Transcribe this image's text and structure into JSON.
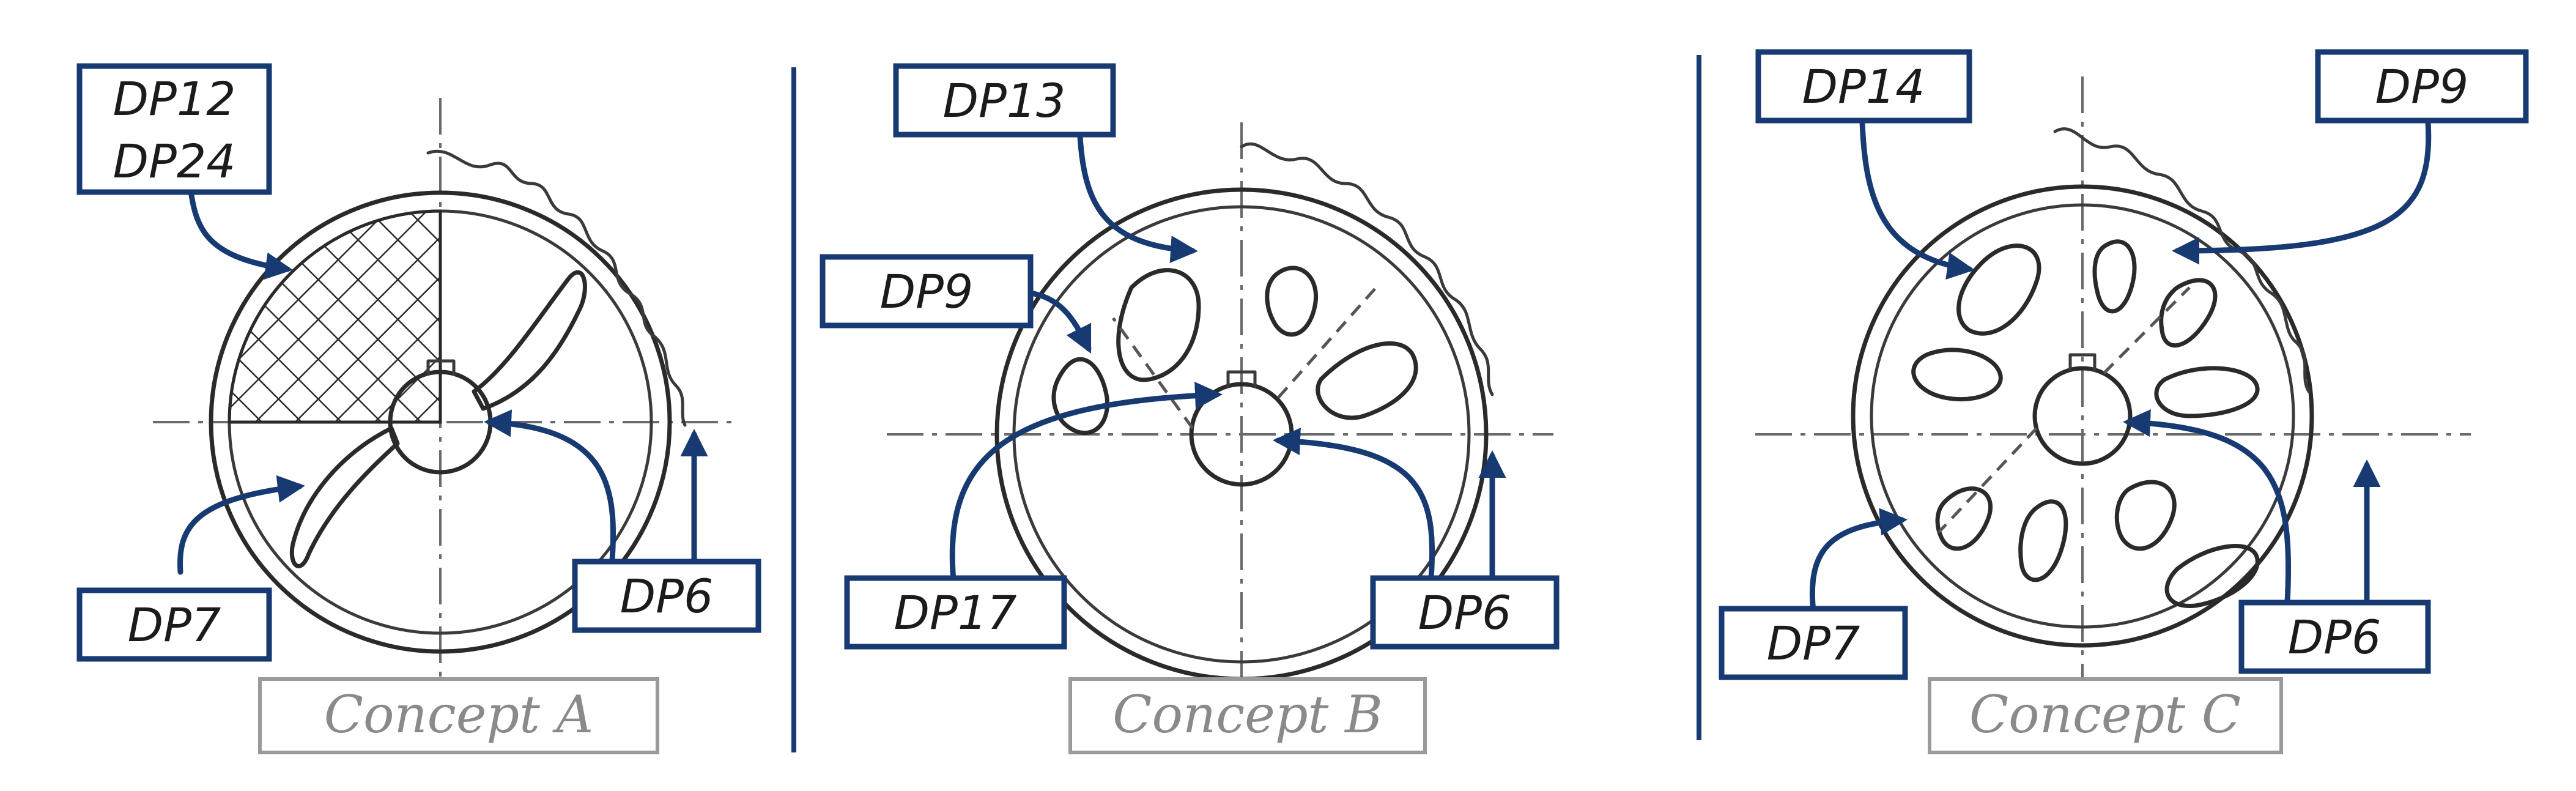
{
  "concepts": [
    {
      "caption": "Concept A",
      "labels": {
        "top": "DP12",
        "top2": "DP24",
        "bottom_left": "DP7",
        "bottom_right": "DP6"
      }
    },
    {
      "caption": "Concept B",
      "labels": {
        "top": "DP13",
        "left": "DP9",
        "bottom_left": "DP17",
        "bottom_right": "DP6"
      }
    },
    {
      "caption": "Concept C",
      "labels": {
        "top_left": "DP14",
        "top_right": "DP9",
        "bottom_left": "DP7",
        "bottom_right": "DP6"
      }
    }
  ],
  "colors": {
    "label_border": "#173a72",
    "caption_border": "#9a9a9a",
    "sketch": "#2a2a2a"
  }
}
